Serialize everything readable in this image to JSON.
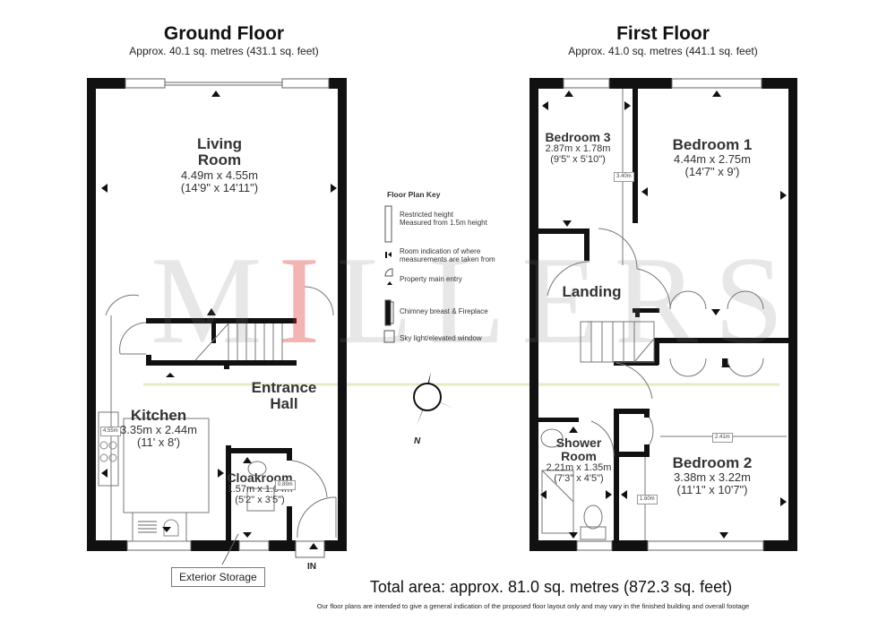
{
  "ground_floor": {
    "title": "Ground Floor",
    "area": "Approx. 40.1 sq. metres (431.1 sq. feet)",
    "rooms": [
      {
        "name": "Living\nRoom",
        "name_line1": "Living",
        "name_line2": "Room",
        "metric": "4.49m x 4.55m",
        "imperial": "(14'9\" x 14'11\")"
      },
      {
        "name": "Entrance Hall",
        "name_line1": "Entrance",
        "name_line2": "Hall"
      },
      {
        "name": "Kitchen",
        "metric": "3.35m x 2.44m",
        "imperial": "(11' x 8')"
      },
      {
        "name": "Cloakroom",
        "metric": "1.57m x 1.04m",
        "imperial": "(5'2\" x 3'5\")"
      }
    ],
    "measure_tags": [
      "4.55m",
      "0.89m"
    ],
    "exterior_storage_label": "Exterior Storage",
    "entry_label": "IN"
  },
  "first_floor": {
    "title": "First Floor",
    "area": "Approx. 41.0 sq. metres (441.1 sq. feet)",
    "rooms": [
      {
        "name": "Bedroom 3",
        "metric": "2.87m x 1.78m",
        "imperial": "(9'5\" x 5'10\")"
      },
      {
        "name": "Bedroom 1",
        "metric": "4.44m x 2.75m",
        "imperial": "(14'7\" x 9')"
      },
      {
        "name": "Landing"
      },
      {
        "name": "Shower Room",
        "name_line1": "Shower",
        "name_line2": "Room",
        "metric": "2.21m x 1.35m",
        "imperial": "(7'3\" x 4'5\")"
      },
      {
        "name": "Bedroom 2",
        "metric": "3.38m x 3.22m",
        "imperial": "(11'1\" x 10'7\")"
      }
    ],
    "measure_tags": [
      "3.40m",
      "2.41m",
      "1.60m"
    ]
  },
  "key": {
    "title": "Floor Plan Key",
    "items": [
      {
        "icon": "restricted-height-icon",
        "label_line1": "Restricted height",
        "label_line2": "Measured from 1.5m height"
      },
      {
        "icon": "measurement-indicator-icon",
        "label_line1": "Room indication of where",
        "label_line2": "measurements are taken from"
      },
      {
        "icon": "main-entry-icon",
        "label_line1": "Property main entry"
      },
      {
        "icon": "chimney-icon",
        "label_line1": "Chimney breast & Fireplace"
      },
      {
        "icon": "skylight-icon",
        "label_line1": "Sky light/elevated window"
      }
    ]
  },
  "compass": {
    "label": "N"
  },
  "watermark": {
    "text": "MILLERS",
    "accent_letter": "I",
    "accent_color": "#dc2828"
  },
  "footer": {
    "total_area": "Total area: approx. 81.0 sq. metres (872.3 sq. feet)",
    "disclaimer": "Our floor plans are intended to give a general indication of the proposed floor layout only and may vary in the finished building and overall footage"
  },
  "colors": {
    "wall": "#111111",
    "line": "#666666",
    "background": "#ffffff",
    "guide_line": "#e4ecc4"
  }
}
